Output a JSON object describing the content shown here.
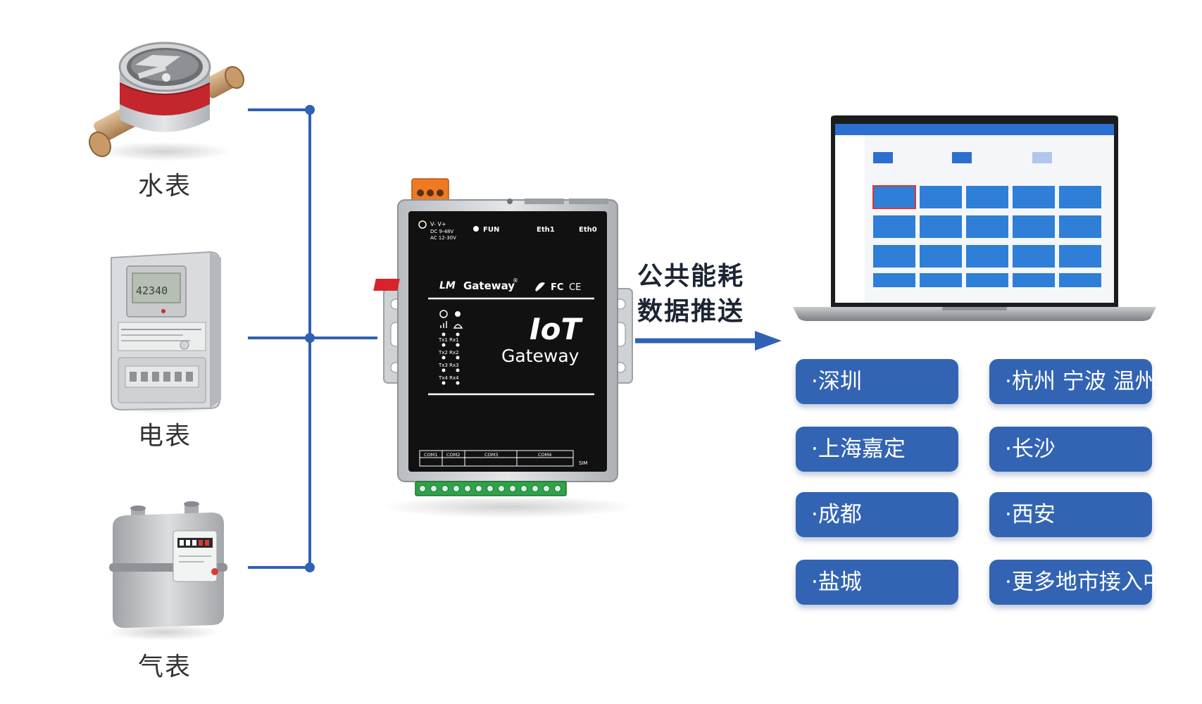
{
  "meters": [
    {
      "label": "水表"
    },
    {
      "label": "电表"
    },
    {
      "label": "气表"
    }
  ],
  "gateway": {
    "brand_lm": "LM",
    "brand_gateway": "Gateway",
    "registered": "®",
    "cert_fc": "FC",
    "cert_ce": "CE",
    "iot": "IoT",
    "iot_sub": "Gateway",
    "power": "V-   V+",
    "power_spec1": "DC 9-48V",
    "power_spec2": "AC 12-30V",
    "fun": "FUN",
    "eth1": "Eth1",
    "eth0": "Eth0",
    "ports": [
      "COM1",
      "COM2",
      "COM3",
      "COM4"
    ],
    "sim": "SIM",
    "leds": [
      "Tx1 Rx1",
      "Tx2 Rx2",
      "Tx3 Rx3",
      "Tx4 Rx4"
    ]
  },
  "push_label": {
    "line1": "公共能耗",
    "line2": "数据推送"
  },
  "cities": [
    {
      "label": "·深圳"
    },
    {
      "label": "·杭州 宁波 温州"
    },
    {
      "label": "·上海嘉定"
    },
    {
      "label": "·长沙"
    },
    {
      "label": "·成都"
    },
    {
      "label": "·西安"
    },
    {
      "label": "·盐城"
    },
    {
      "label": "·更多地市接入中"
    }
  ],
  "colors": {
    "connector": "#2f62b4",
    "city_bg": "#3264b3",
    "gateway_body": "#111111",
    "gateway_frame": "#c9ccd0",
    "terminal_orange": "#f07a22",
    "terminal_green": "#2ea34a",
    "screen_tile": "#2f7fd8"
  }
}
